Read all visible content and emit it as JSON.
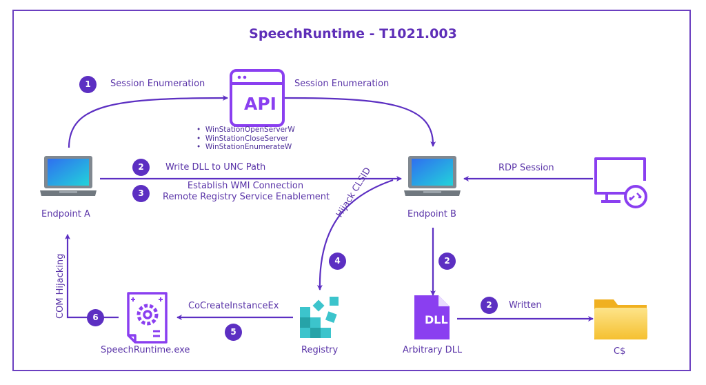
{
  "title": "SpeechRuntime - T1021.003",
  "colors": {
    "accent": "#6b3fc0",
    "badge": "#5c2fc2",
    "icon_purple": "#8a3ff0",
    "registry_teal": "#3cc4cc",
    "folder_yellow": "#f7c948"
  },
  "nodes": {
    "endpoint_a": {
      "label": "Endpoint A",
      "icon": "laptop-icon"
    },
    "endpoint_b": {
      "label": "Endpoint B",
      "icon": "laptop-icon"
    },
    "api": {
      "label": "API",
      "icon": "api-window-icon",
      "functions": [
        "WinStationOpenServerW",
        "WinStationCloseServer",
        "WinStationEnumerateW"
      ]
    },
    "rdp": {
      "icon": "remote-desktop-icon"
    },
    "registry": {
      "label": "Registry",
      "icon": "registry-icon"
    },
    "speechruntime": {
      "label": "SpeechRuntime.exe",
      "icon": "executable-gear-icon"
    },
    "dll": {
      "label": "Arbitrary DLL",
      "icon_text": "DLL",
      "icon": "dll-file-icon"
    },
    "share": {
      "label": "C$",
      "icon": "folder-icon"
    }
  },
  "edges": {
    "session_enum_1": {
      "step": "1",
      "label": "Session Enumeration"
    },
    "session_enum_2": {
      "label": "Session Enumeration"
    },
    "write_dll": {
      "step": "2",
      "label": "Write DLL to UNC Path"
    },
    "wmi": {
      "step": "3",
      "label_line1": "Establish WMI Connection",
      "label_line2": "Remote Registry Service Enablement"
    },
    "rdp": {
      "label": "RDP Session"
    },
    "hijack": {
      "step": "4",
      "label": "Hijack CLSID"
    },
    "to_dll": {
      "step": "2"
    },
    "written": {
      "step": "2",
      "label": "Written"
    },
    "cocreate": {
      "step": "5",
      "label": "CoCreateInstanceEx"
    },
    "com_hijack": {
      "step": "6",
      "label": "COM Hijacking"
    }
  }
}
